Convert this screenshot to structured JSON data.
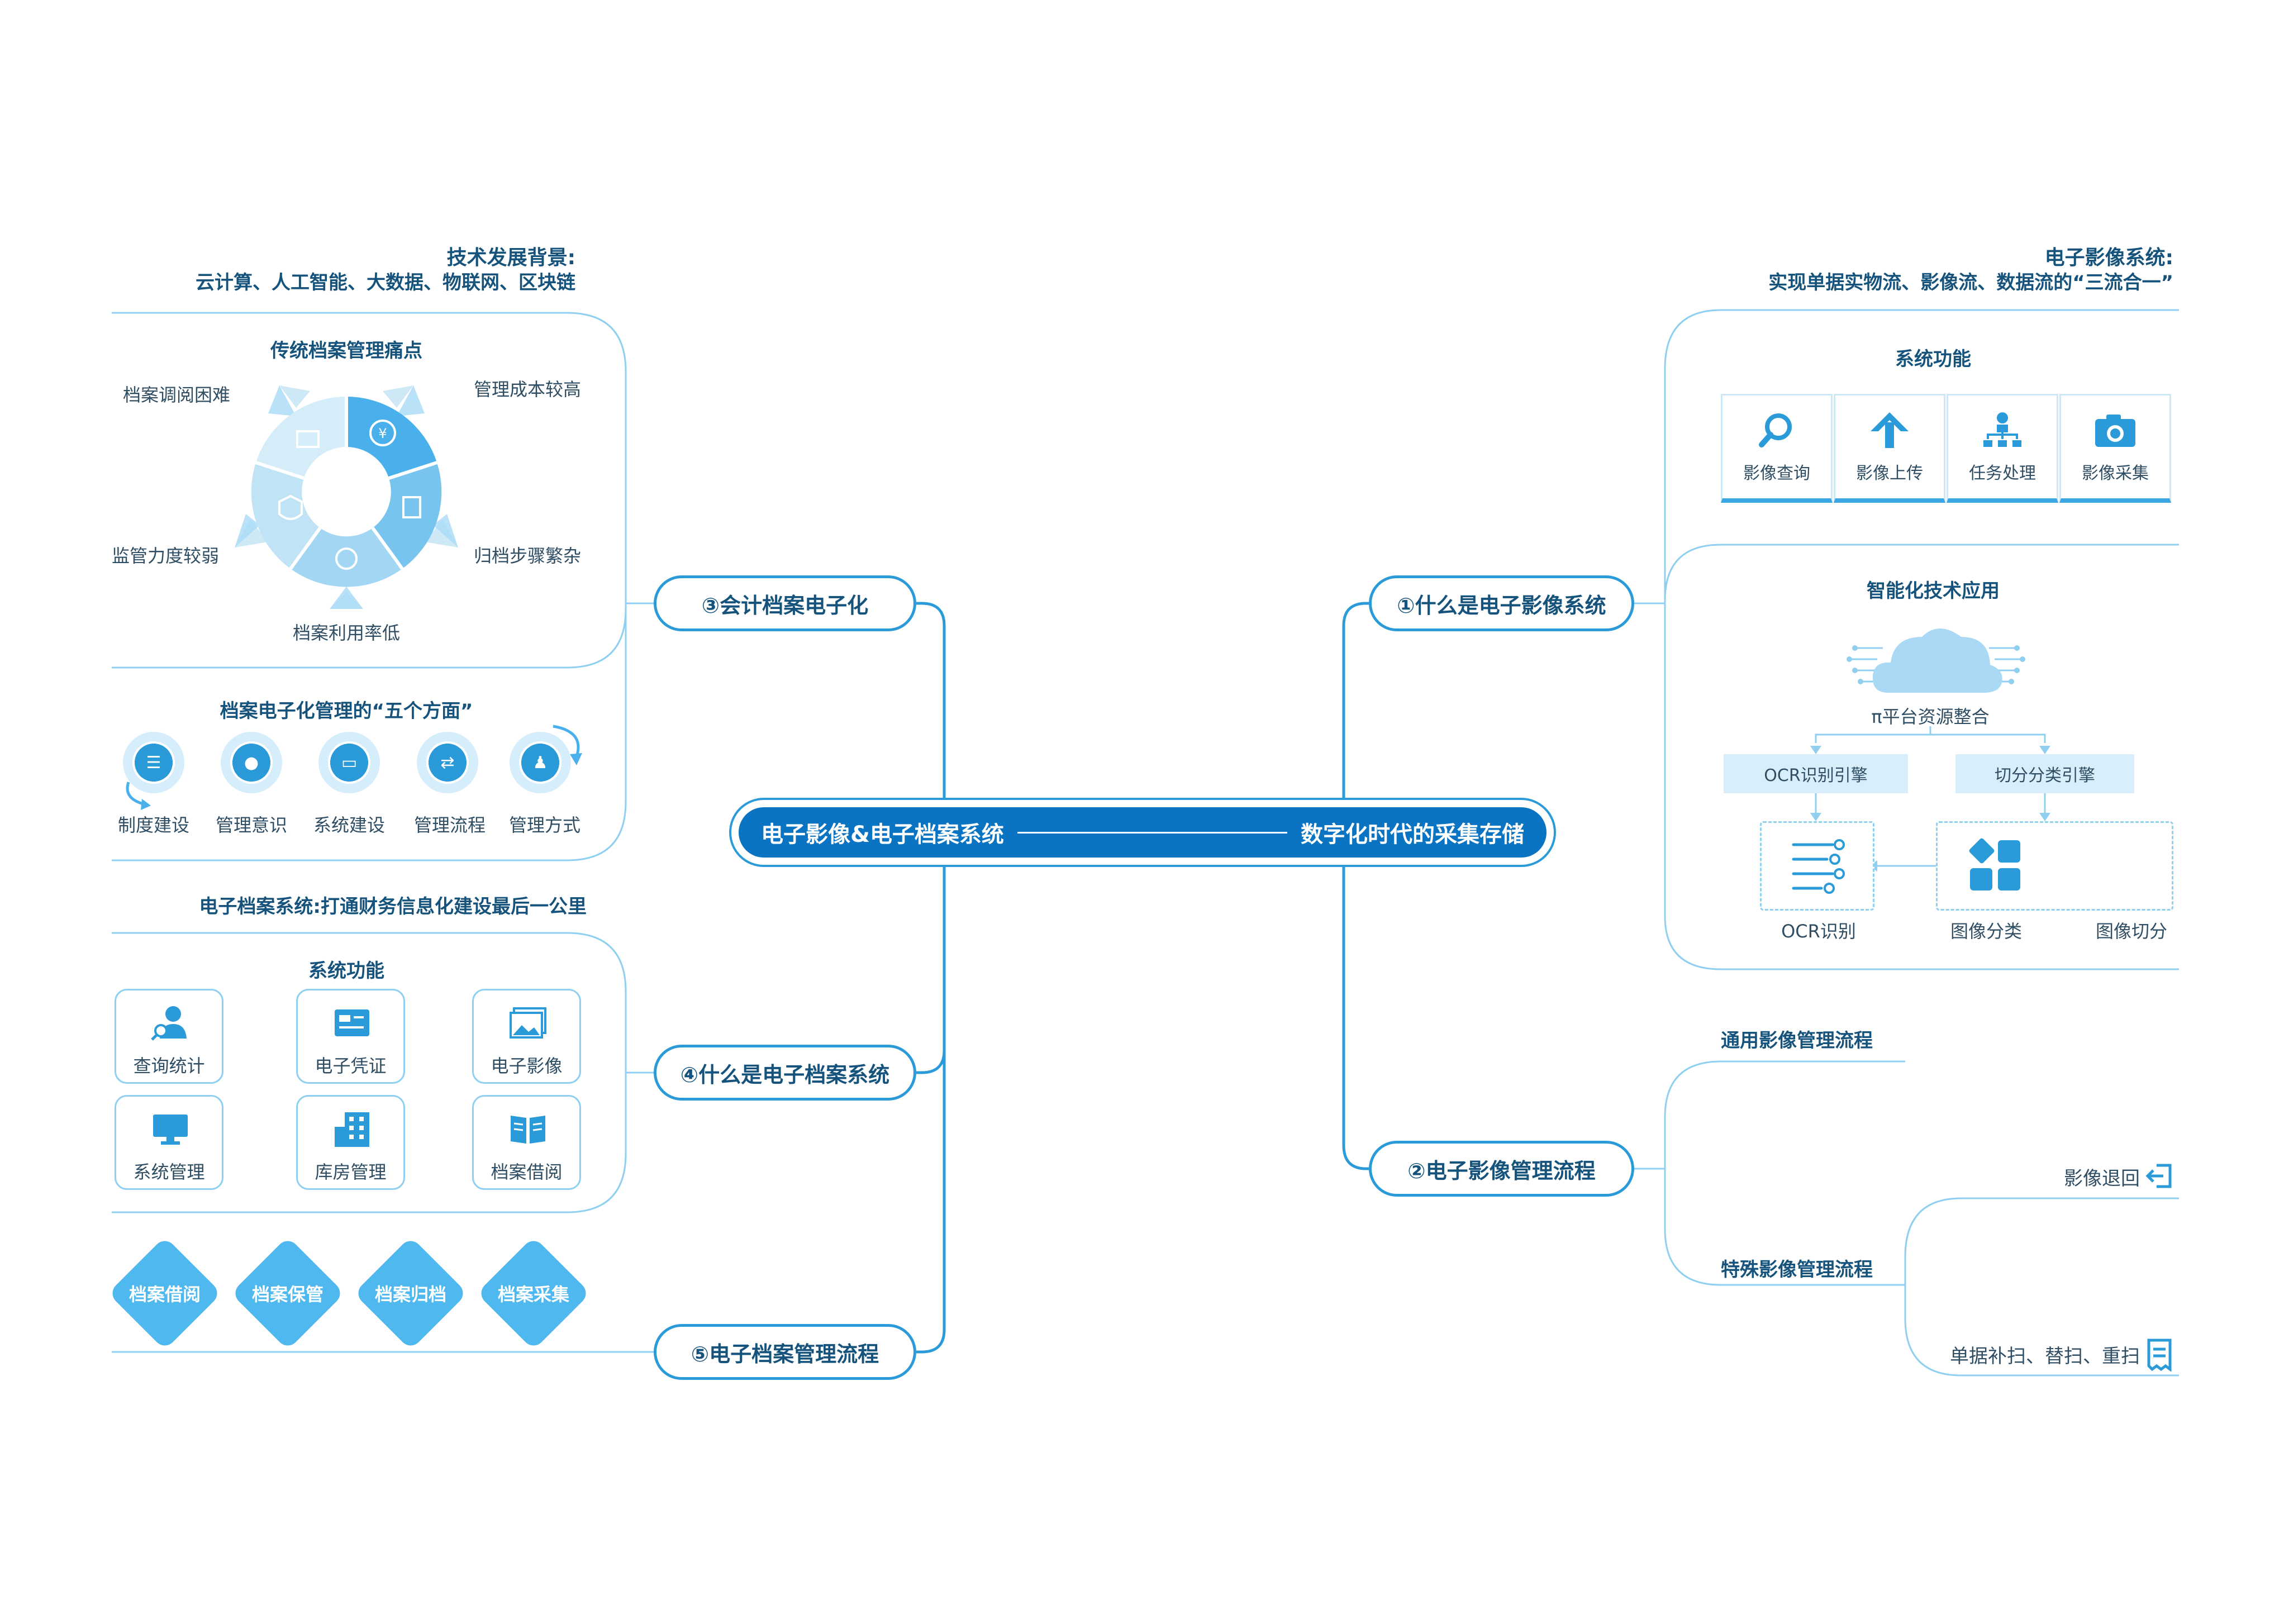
{
  "root": {
    "left": "数字化时代的采集存储",
    "right": "电子影像&电子档案系统"
  },
  "branches": {
    "b1": "①什么是电子影像系统",
    "b2": "②电子影像管理流程",
    "b3": "③会计档案电子化",
    "b4": "④什么是电子档案系统",
    "b5": "⑤电子档案管理流程"
  },
  "image_system": {
    "heading_line1": "电子影像系统:",
    "heading_line2": "实现单据实物流、影像流、数据流的“三流合一”",
    "functions_title": "系统功能",
    "functions": [
      "影像采集",
      "任务处理",
      "影像上传",
      "影像查询"
    ],
    "smart_title": "智能化技术应用",
    "cloud_label": "π平台资源整合",
    "engines": [
      "切分分类引擎",
      "OCR识别引擎"
    ],
    "flow": [
      "图像切分",
      "图像分类",
      "OCR识别"
    ]
  },
  "process": {
    "general": "通用影像管理流程",
    "special": "特殊影像管理流程",
    "items": [
      "影像退回",
      "单据补扫、替扫、重扫"
    ]
  },
  "accounting": {
    "heading_line1": "技术发展背景:",
    "heading_line2": "云计算、人工智能、大数据、物联网、区块链",
    "pain_title": "传统档案管理痛点",
    "pains": [
      "管理成本较高",
      "归档步骤繁杂",
      "档案利用率低",
      "监管力度较弱",
      "档案调阅困难"
    ],
    "five_title": "档案电子化管理的“五个方面”",
    "five": [
      "管理方式",
      "管理流程",
      "系统建设",
      "管理意识",
      "制度建设"
    ]
  },
  "archive_system": {
    "heading": "电子档案系统:打通财务信息化建设最后一公里",
    "functions_title": "系统功能",
    "functions": [
      "电子影像",
      "电子凭证",
      "查询统计",
      "档案借阅",
      "库房管理",
      "系统管理"
    ]
  },
  "archive_flow": [
    "档案采集",
    "档案归档",
    "档案保管",
    "档案借阅"
  ],
  "colors": {
    "accent": "#0a74c2",
    "line": "#2a9bd8",
    "light": "#d8eefb"
  }
}
